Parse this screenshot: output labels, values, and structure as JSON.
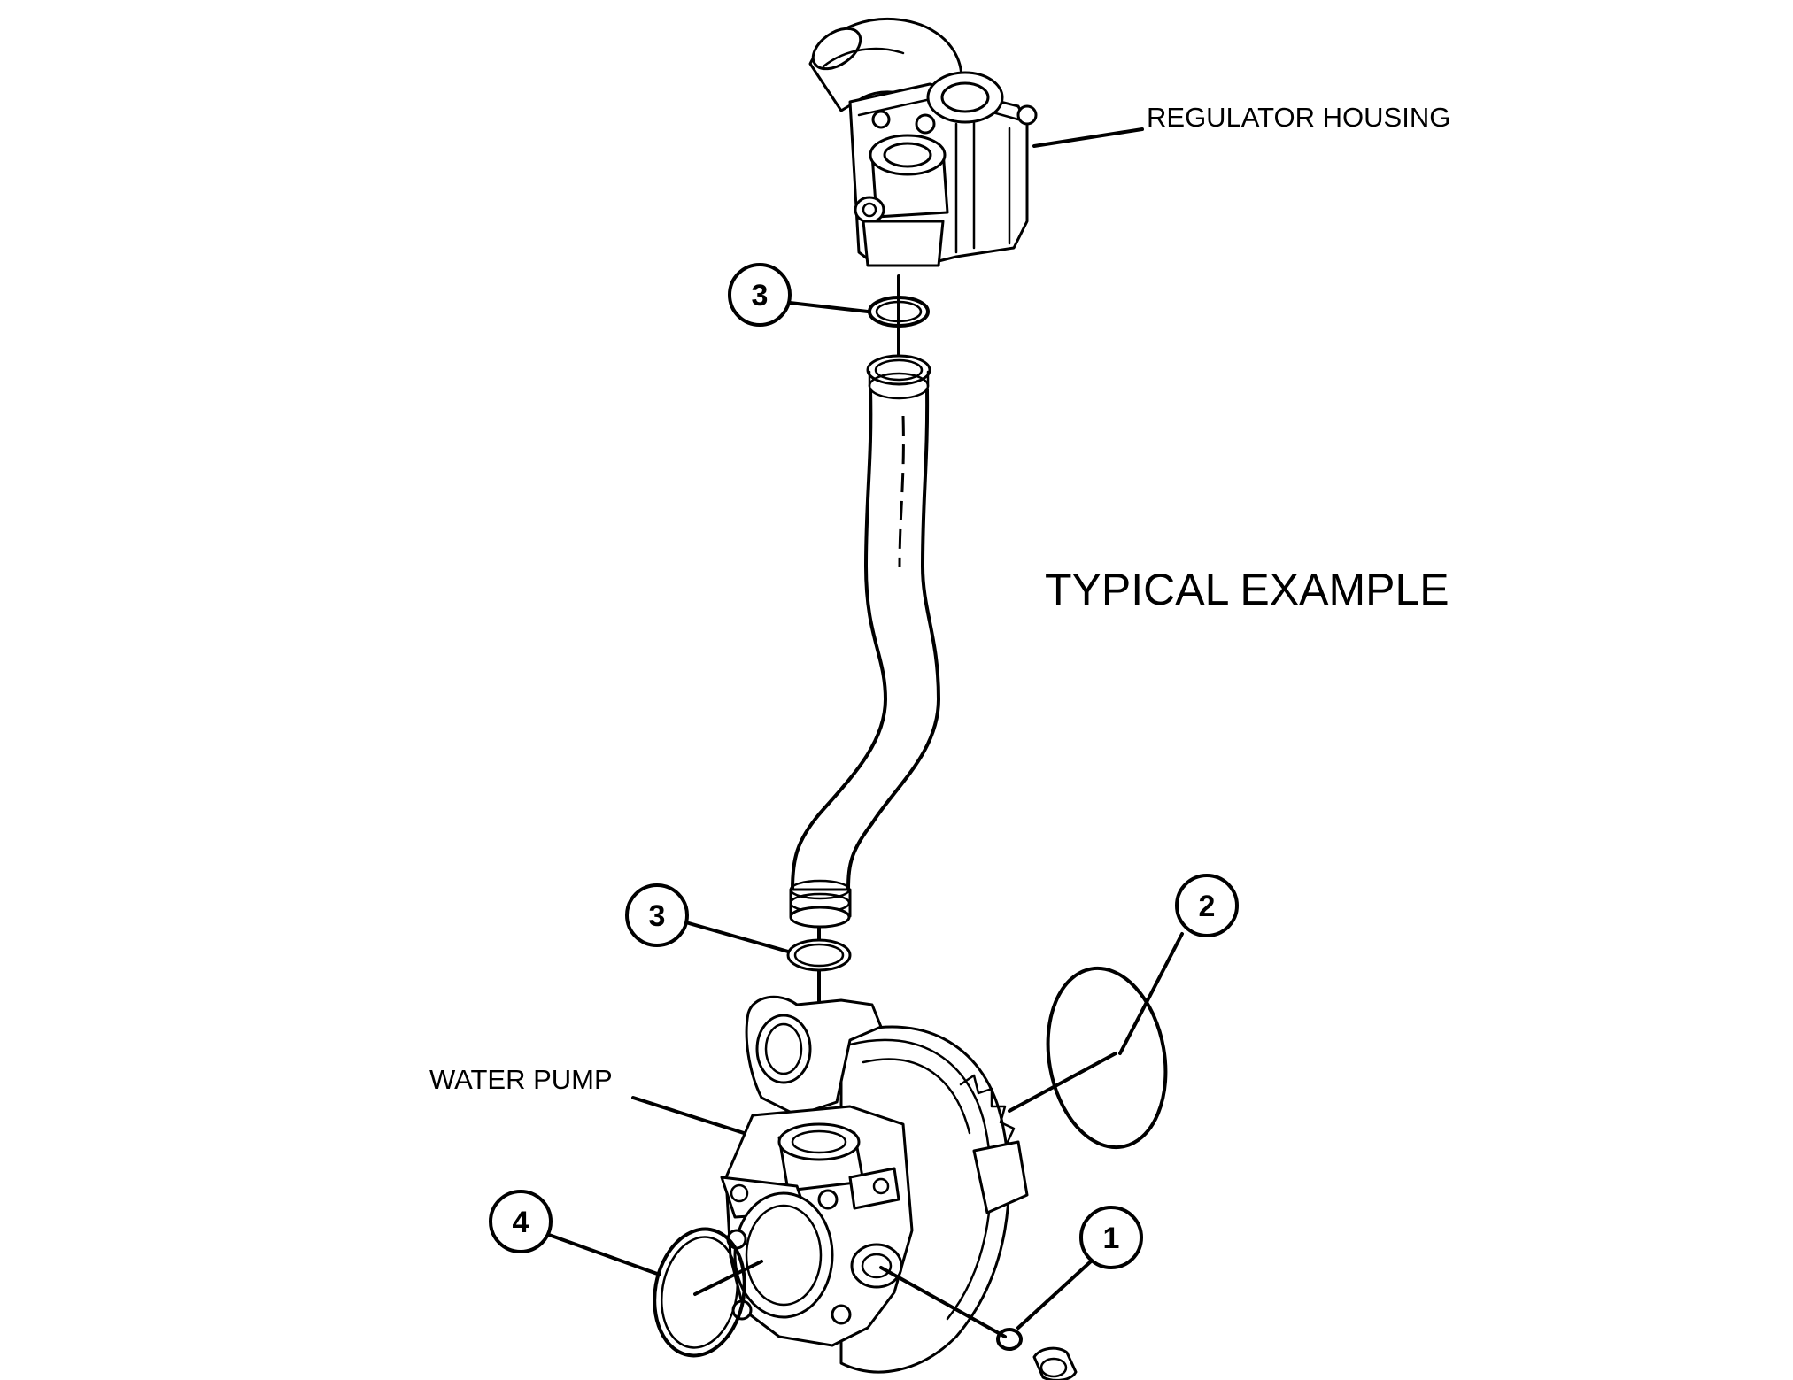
{
  "labels": {
    "regulator_housing": "REGULATOR HOUSING",
    "water_pump": "WATER PUMP",
    "typical_example": "TYPICAL EXAMPLE"
  },
  "callouts": {
    "c1": "1",
    "c2": "2",
    "c3_upper": "3",
    "c3_lower": "3",
    "c4": "4"
  }
}
